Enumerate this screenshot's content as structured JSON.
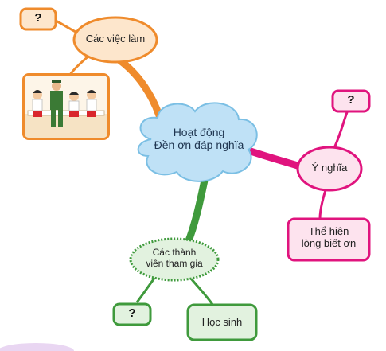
{
  "diagram": {
    "center": {
      "line1": "Hoạt động",
      "line2": "Đền ơn đáp nghĩa"
    },
    "orange": {
      "node": "Các việc làm",
      "question": "?",
      "illustration_icon": "soldier-with-children-picture"
    },
    "magenta": {
      "node": "Ý nghĩa",
      "question": "?",
      "detail_line1": "Thể hiện",
      "detail_line2": "lòng biết ơn"
    },
    "green": {
      "node_line1": "Các thành",
      "node_line2": "viên tham gia",
      "question": "?",
      "detail": "Học sinh"
    }
  },
  "colors": {
    "orange": "#ef8b2c",
    "orange_fill": "#fde6cc",
    "magenta": "#e0147e",
    "magenta_fill": "#fde3ee",
    "green": "#3f9a3c",
    "green_fill": "#e2f2df",
    "cloud_fill": "#bfe1f6",
    "cloud_stroke": "#7bbfe4"
  }
}
